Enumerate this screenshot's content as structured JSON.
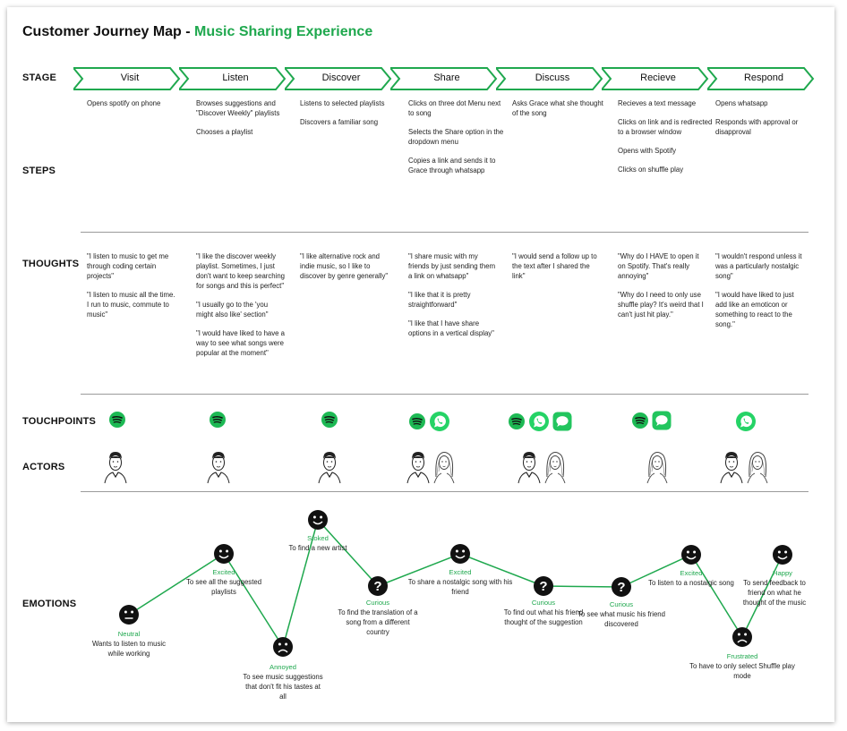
{
  "title": {
    "main": "Customer Journey Map - ",
    "accent": "Music Sharing Experience"
  },
  "row_labels": {
    "stage": "STAGE",
    "steps": "STEPS",
    "thoughts": "THOUGHTS",
    "touchpoints": "TOUCHPOINTS",
    "actors": "ACTORS",
    "emotions": "EMOTIONS"
  },
  "colors": {
    "accent": "#1fa84e",
    "spotify": "#1db954",
    "whatsapp": "#25d366",
    "imessage": "#22c55e"
  },
  "stages": [
    "Visit",
    "Listen",
    "Discover",
    "Share",
    "Discuss",
    "Recieve",
    "Respond"
  ],
  "steps": [
    [
      "Opens spotify on phone"
    ],
    [
      "Browses suggestions and \"Discover Weekly\" playlists",
      "Chooses a playlist"
    ],
    [
      "Listens to selected playlists",
      "Discovers a familiar song"
    ],
    [
      "Clicks on three dot Menu next to song",
      "Selects the Share option in the dropdown menu",
      "Copies a link and sends it to Grace through whatsapp"
    ],
    [
      "Asks Grace what she thought of the song"
    ],
    [
      "Recieves a text message",
      "Clicks on link and is redirected to a browser window",
      "Opens with Spotify",
      "Clicks on shuffle play"
    ],
    [
      "Opens whatsapp",
      "Responds with approval or disapproval"
    ]
  ],
  "thoughts": [
    [
      "\"I  listen to music to get me through coding certain projects\"",
      "\"I  listen to music all the time. I run to music, commute to music\""
    ],
    [
      "\"I like the discover weekly playlist. Sometimes, I just don't want to keep searching for songs and this is perfect\"",
      "\"I usually go to the 'you might also like' section\"",
      "\"I would have liked to have a way to see what songs were popular at the moment\""
    ],
    [
      "\"I like alternative rock and indie music, so I like to discover by genre generally\""
    ],
    [
      "\"I share music with my friends by just sending them a link on whatsapp\"",
      "\"I like that it is pretty straightforward\"",
      "\"I like that I have share options in a vertical display\""
    ],
    [
      "\"I would send a follow up to the text after I shared the link\""
    ],
    [
      "\"Why do I HAVE to open it on Spotify. That's really annoying\"",
      "\"Why do I need to only use shuffle play? It's weird that I can't just hit play.\""
    ],
    [
      "\"I wouldn't respond unless it was a particularly nostalgic song\"",
      "\"I would have liked to just add like an emoticon or something to react to the song.\""
    ]
  ],
  "touchpoints": [
    [
      "spotify-icon"
    ],
    [
      "spotify-icon"
    ],
    [
      "spotify-icon"
    ],
    [
      "spotify-icon",
      "whatsapp-icon"
    ],
    [
      "spotify-icon",
      "whatsapp-icon",
      "imessage-icon"
    ],
    [
      "spotify-icon",
      "imessage-icon"
    ],
    [
      "whatsapp-icon"
    ]
  ],
  "actors": [
    [
      "man"
    ],
    [
      "man"
    ],
    [
      "man"
    ],
    [
      "man",
      "woman"
    ],
    [
      "man",
      "woman"
    ],
    [
      "woman"
    ],
    [
      "man",
      "woman"
    ]
  ],
  "emotions": [
    {
      "label": "Neutral",
      "desc": "Wants to listen to music while working",
      "face": "neutral"
    },
    {
      "label": "Excited",
      "desc": "To see all the suggested playlists",
      "face": "happy"
    },
    {
      "label": "Annoyed",
      "desc": "To see music suggestions that don't fit his tastes at all",
      "face": "sad"
    },
    {
      "label": "Stoked",
      "desc": "To find a new artist",
      "face": "happy"
    },
    {
      "label": "Curious",
      "desc": "To find the translation of a song from a different country",
      "face": "question"
    },
    {
      "label": "Excited",
      "desc": "To share a nostalgic song with his friend",
      "face": "happy"
    },
    {
      "label": "Curious",
      "desc": "To find out what his friend thought of the suggestion",
      "face": "question"
    },
    {
      "label": "Curious",
      "desc": "To see what music his friend discovered",
      "face": "question"
    },
    {
      "label": "Excited",
      "desc": "To listen to a nostalgic song",
      "face": "happy"
    },
    {
      "label": "Frustrated",
      "desc": "To have to only select Shuffle play mode",
      "face": "sad"
    },
    {
      "label": "Happy",
      "desc": "To send feedback to friend on what he thought of the music",
      "face": "happy"
    }
  ]
}
